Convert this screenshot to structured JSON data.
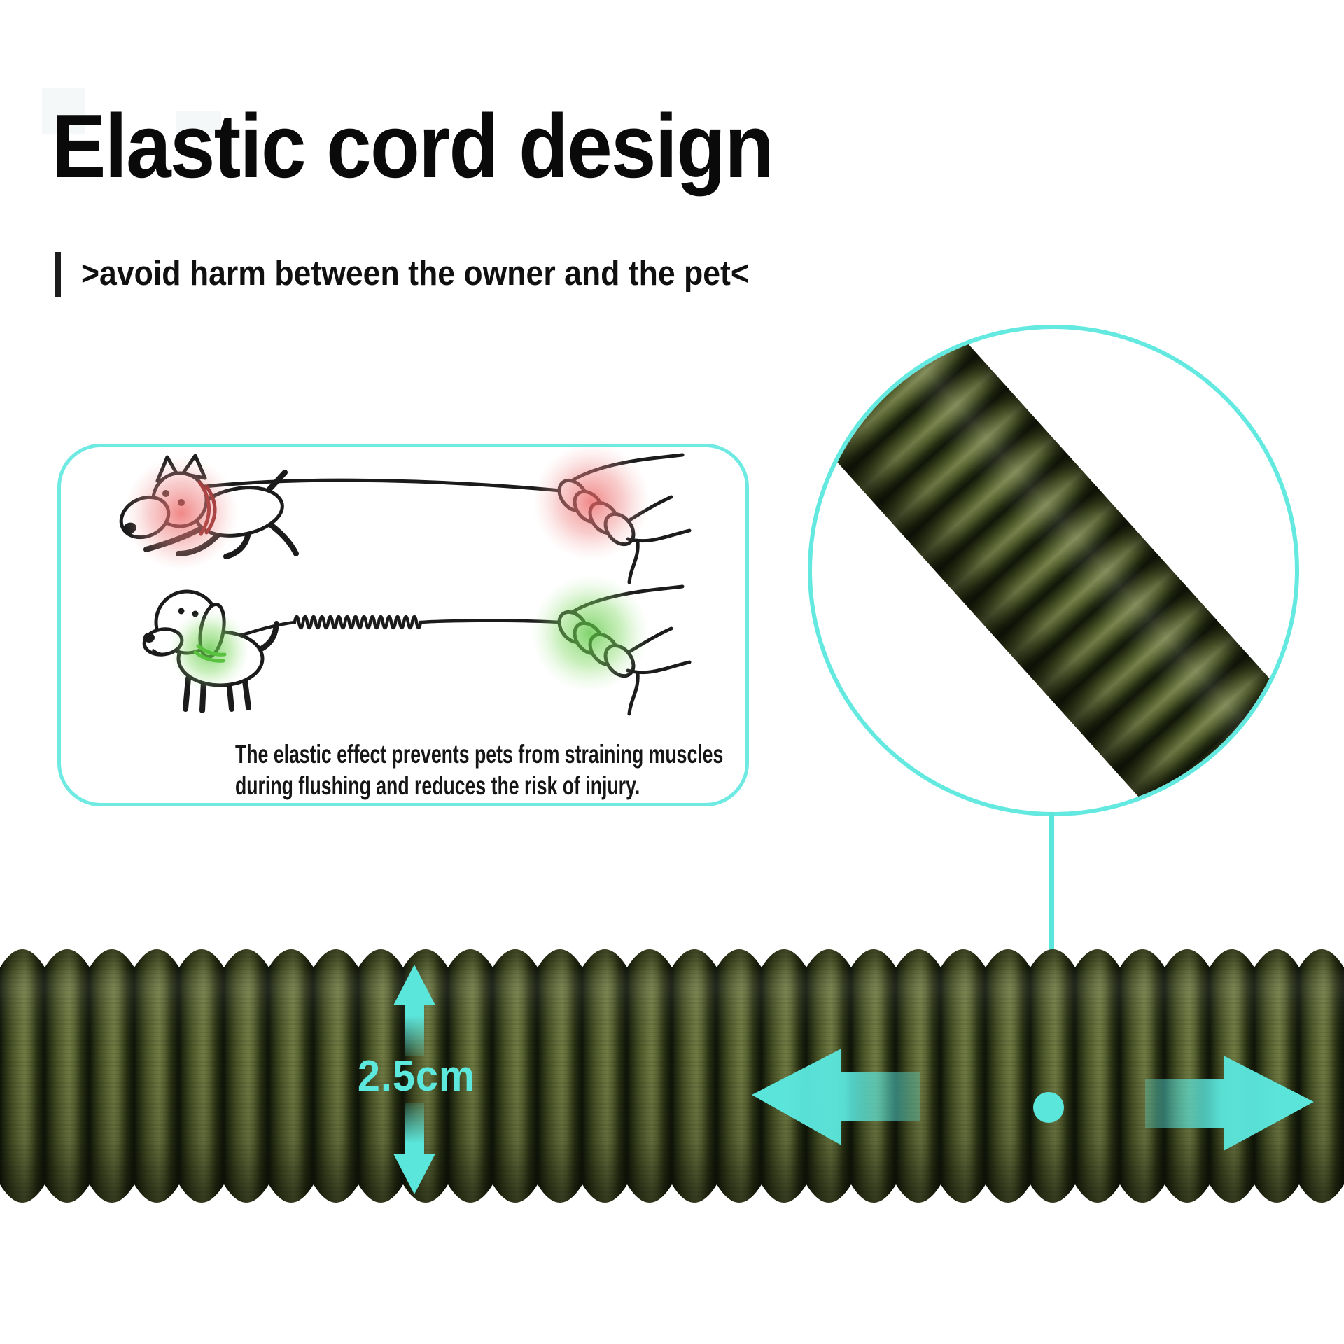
{
  "page": {
    "background": "#ffffff",
    "accent_color": "#5be6dc"
  },
  "header": {
    "title": "Elastic cord design",
    "subtitle": ">avoid harm between the owner and the pet<"
  },
  "infobox": {
    "caption_line1": "The elastic effect prevents pets from straining muscles",
    "caption_line2": "during flushing and reduces the risk of injury.",
    "border_color": "#6feae2",
    "strain_glow_color": "#ee6a6a",
    "relaxed_glow_color": "#5fce43",
    "icons": [
      "running-dog-icon",
      "taut-leash-icon",
      "gripping-hand-icon",
      "standing-dog-icon",
      "spring-leash-icon"
    ]
  },
  "magnifier": {
    "border_color": "#63e9e0",
    "icon": "magnified-cord-icon"
  },
  "cord": {
    "width_label": "2.5cm",
    "fabric_colors": {
      "highlight": "#78824c",
      "base": "#535e2d",
      "groove": "#12170a"
    }
  },
  "annotations": {
    "width_arrows": [
      "up-arrow-icon",
      "down-arrow-icon"
    ],
    "stretch_arrows": [
      "left-arrow-icon",
      "right-arrow-icon"
    ],
    "pointer": [
      "connector-line",
      "pointer-dot"
    ]
  }
}
